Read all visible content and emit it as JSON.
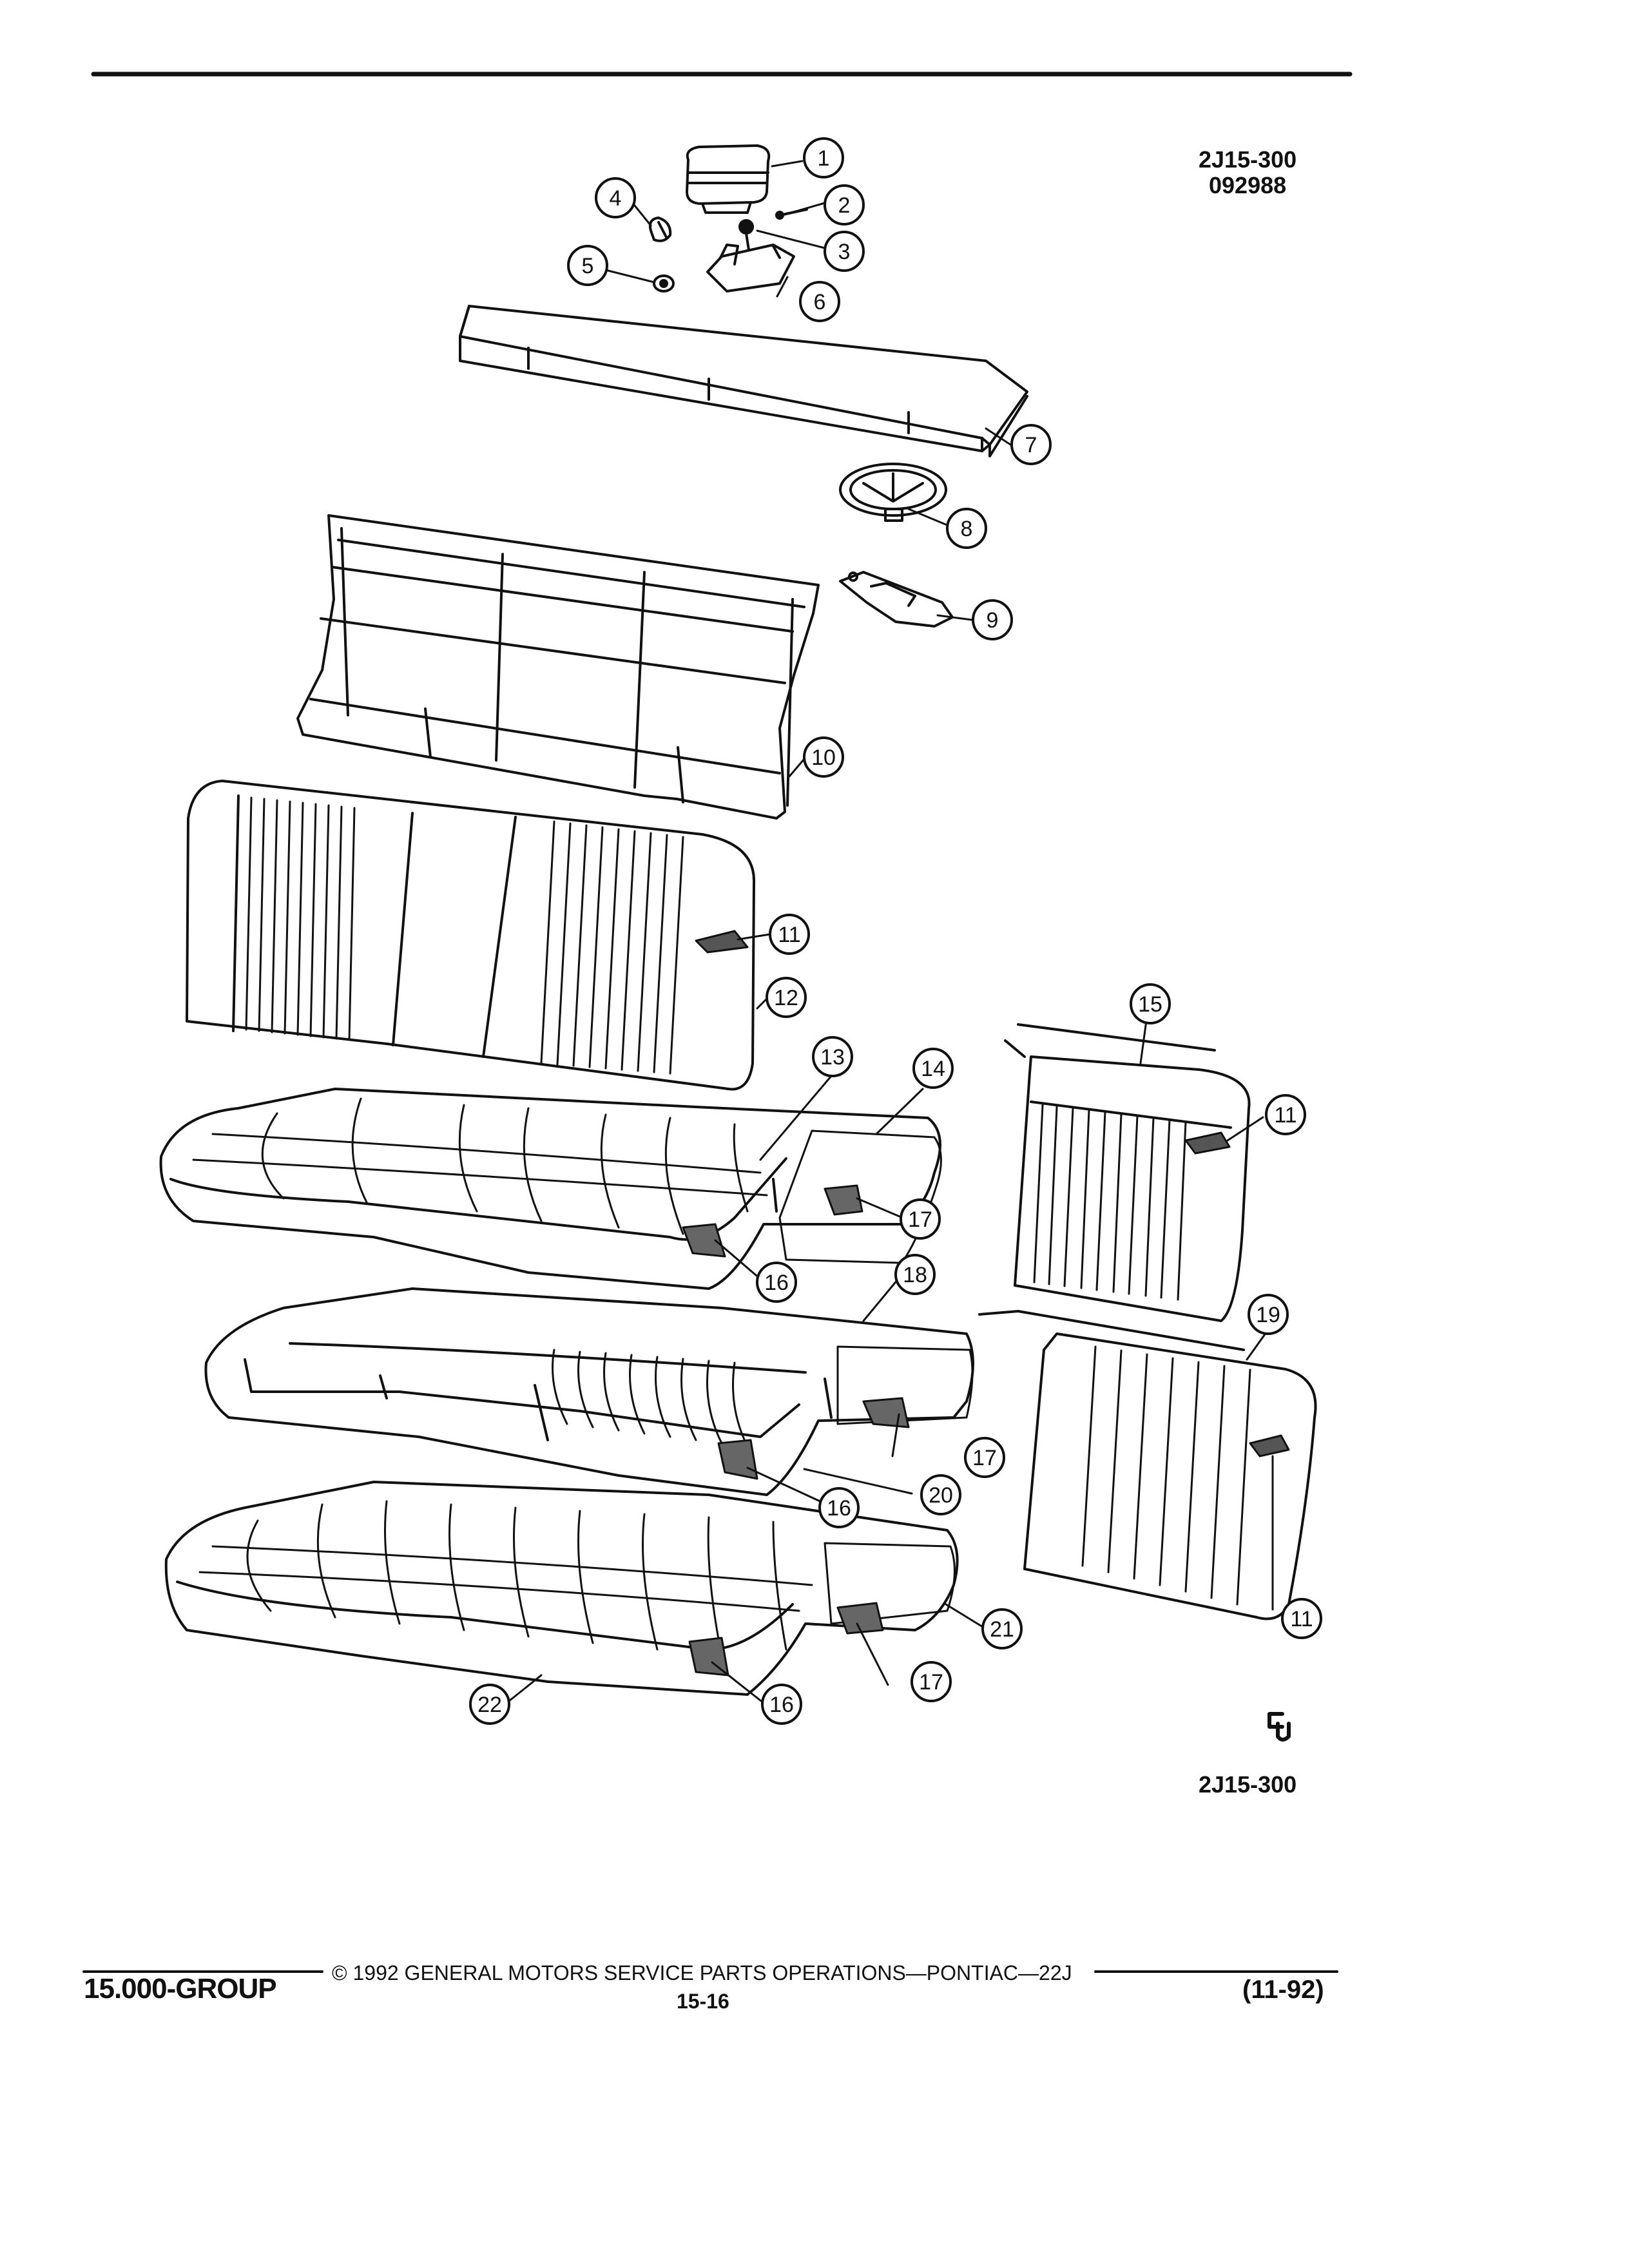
{
  "header": {
    "code": "2J15-300",
    "date_code": "092988"
  },
  "figure": {
    "code": "2J15-300",
    "callouts": [
      "1",
      "2",
      "3",
      "4",
      "5",
      "6",
      "7",
      "8",
      "9",
      "10",
      "11",
      "12",
      "13",
      "14",
      "15",
      "16",
      "17",
      "18",
      "19",
      "20",
      "21",
      "22"
    ]
  },
  "footer": {
    "group": "15.000-GROUP",
    "copyright": "© 1992 GENERAL MOTORS SERVICE PARTS OPERATIONS—PONTIAC—22J",
    "page": "15-16",
    "revision": "(11-92)"
  },
  "colors": {
    "ink": "#111111",
    "paper": "#ffffff"
  }
}
